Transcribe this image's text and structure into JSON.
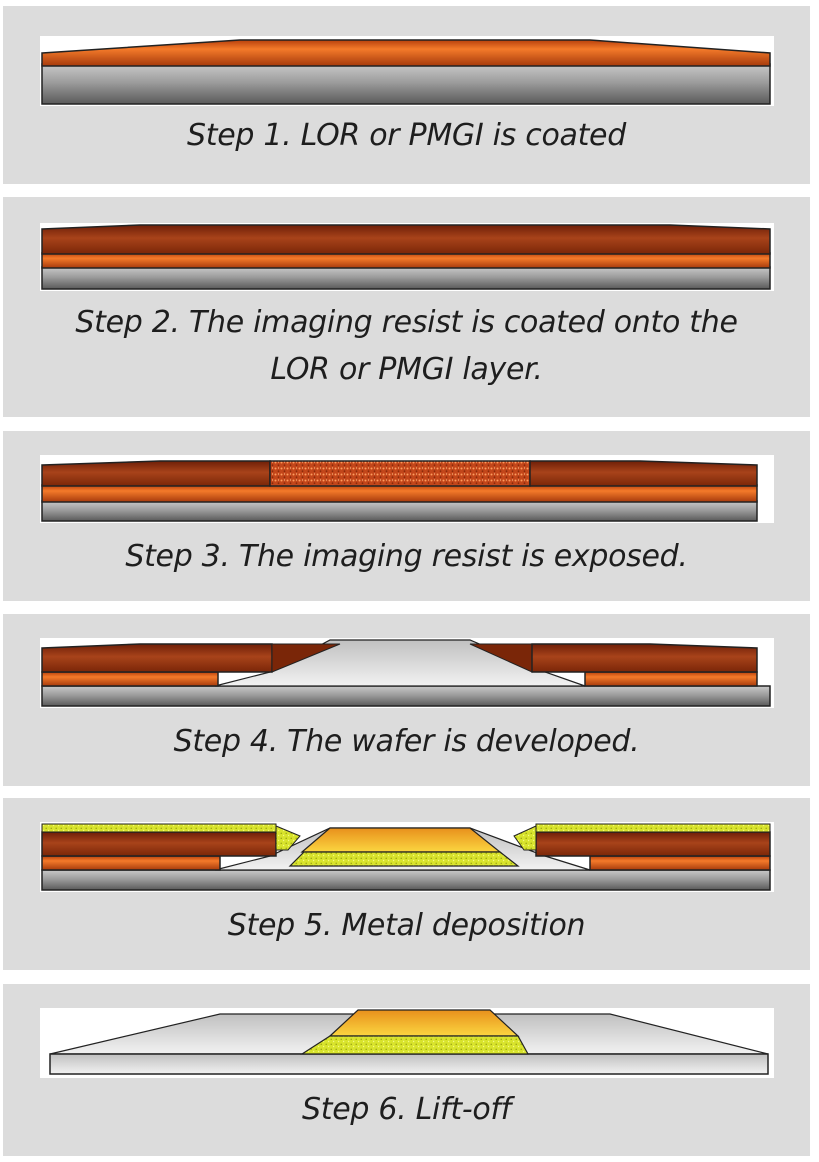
{
  "colors": {
    "panel_background": "#dcdcdc",
    "substrate_gray": "#9a9a9a",
    "lor_orange": "#e8651c",
    "imaging_resist_brown": "#9a3412",
    "exposed_resist": "#d14a1c",
    "developed_cavity": "#e0e0e0",
    "metal_gold": "#f0a020",
    "metal_yellow": "#d6e02a"
  },
  "steps": [
    {
      "caption": "Step 1. LOR or PMGI is coated"
    },
    {
      "caption": "Step 2. The imaging resist is coated onto the LOR or PMGI layer."
    },
    {
      "caption": "Step 3. The imaging resist is exposed."
    },
    {
      "caption": "Step 4. The wafer is developed."
    },
    {
      "caption": "Step 5. Metal deposition"
    },
    {
      "caption": "Step 6. Lift-off"
    }
  ]
}
